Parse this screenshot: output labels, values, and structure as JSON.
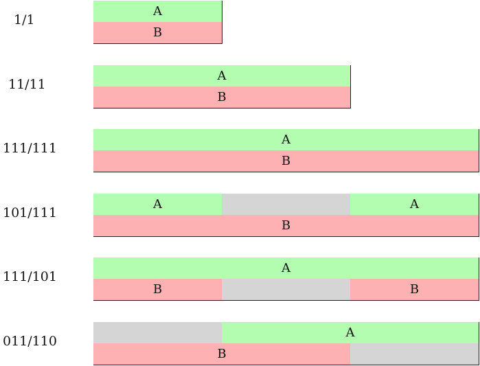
{
  "colors": {
    "a_on": "#b3fdb1",
    "b_on": "#fdb1b3",
    "off": "#d5d5d5",
    "border": "#222222"
  },
  "rows": [
    {
      "label": "1/1",
      "a": "1",
      "b": "1"
    },
    {
      "label": "11/11",
      "a": "11",
      "b": "11"
    },
    {
      "label": "111/111",
      "a": "111",
      "b": "111"
    },
    {
      "label": "101/111",
      "a": "101",
      "b": "111"
    },
    {
      "label": "111/101",
      "a": "111",
      "b": "101"
    },
    {
      "label": "011/110",
      "a": "011",
      "b": "110"
    }
  ],
  "segment_labels": {
    "a": "A",
    "b": "B"
  }
}
